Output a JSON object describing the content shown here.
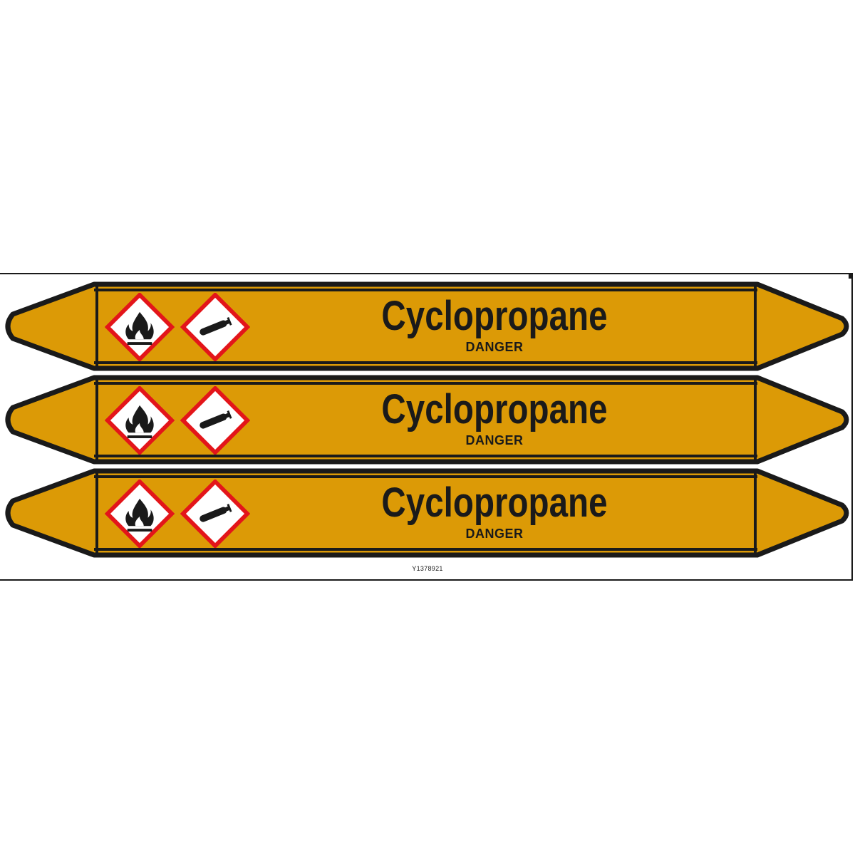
{
  "colors": {
    "marker_fill": "#dc9a06",
    "outline": "#1a1a1a",
    "ghs_border": "#e3151a",
    "ghs_fill": "#ffffff"
  },
  "markers": [
    {
      "substance": "Cyclopropane",
      "hazard": "DANGER",
      "pictograms": [
        "flame-icon",
        "gas-cylinder-icon"
      ]
    },
    {
      "substance": "Cyclopropane",
      "hazard": "DANGER",
      "pictograms": [
        "flame-icon",
        "gas-cylinder-icon"
      ]
    },
    {
      "substance": "Cyclopropane",
      "hazard": "DANGER",
      "pictograms": [
        "flame-icon",
        "gas-cylinder-icon"
      ]
    }
  ],
  "product_code": "Y1378921"
}
